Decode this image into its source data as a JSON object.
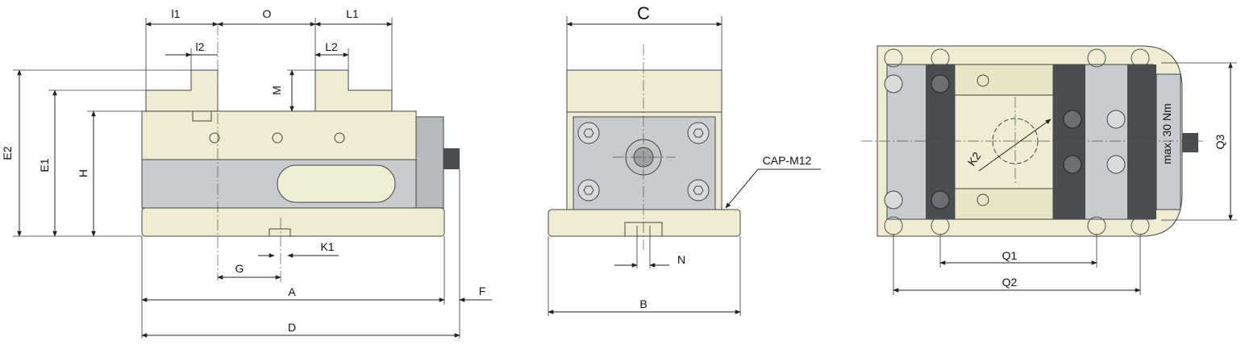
{
  "labels": {
    "l1": "l1",
    "l2": "l2",
    "o": "O",
    "L1": "L1",
    "L2": "L2",
    "m": "M",
    "e2": "E2",
    "e1": "E1",
    "h": "H",
    "k1": "K1",
    "g": "G",
    "a": "A",
    "f": "F",
    "d": "D",
    "c": "C",
    "cap": "CAP-M12",
    "n": "N",
    "b": "B",
    "k2": "K2",
    "q1": "Q1",
    "q2": "Q2",
    "q3": "Q3",
    "torque": "max. 30 Nm"
  },
  "colors": {
    "cream": "#efecd3",
    "steel": "#c9ccce",
    "dark_jaw": "#4a4d50",
    "line": "#222222"
  }
}
